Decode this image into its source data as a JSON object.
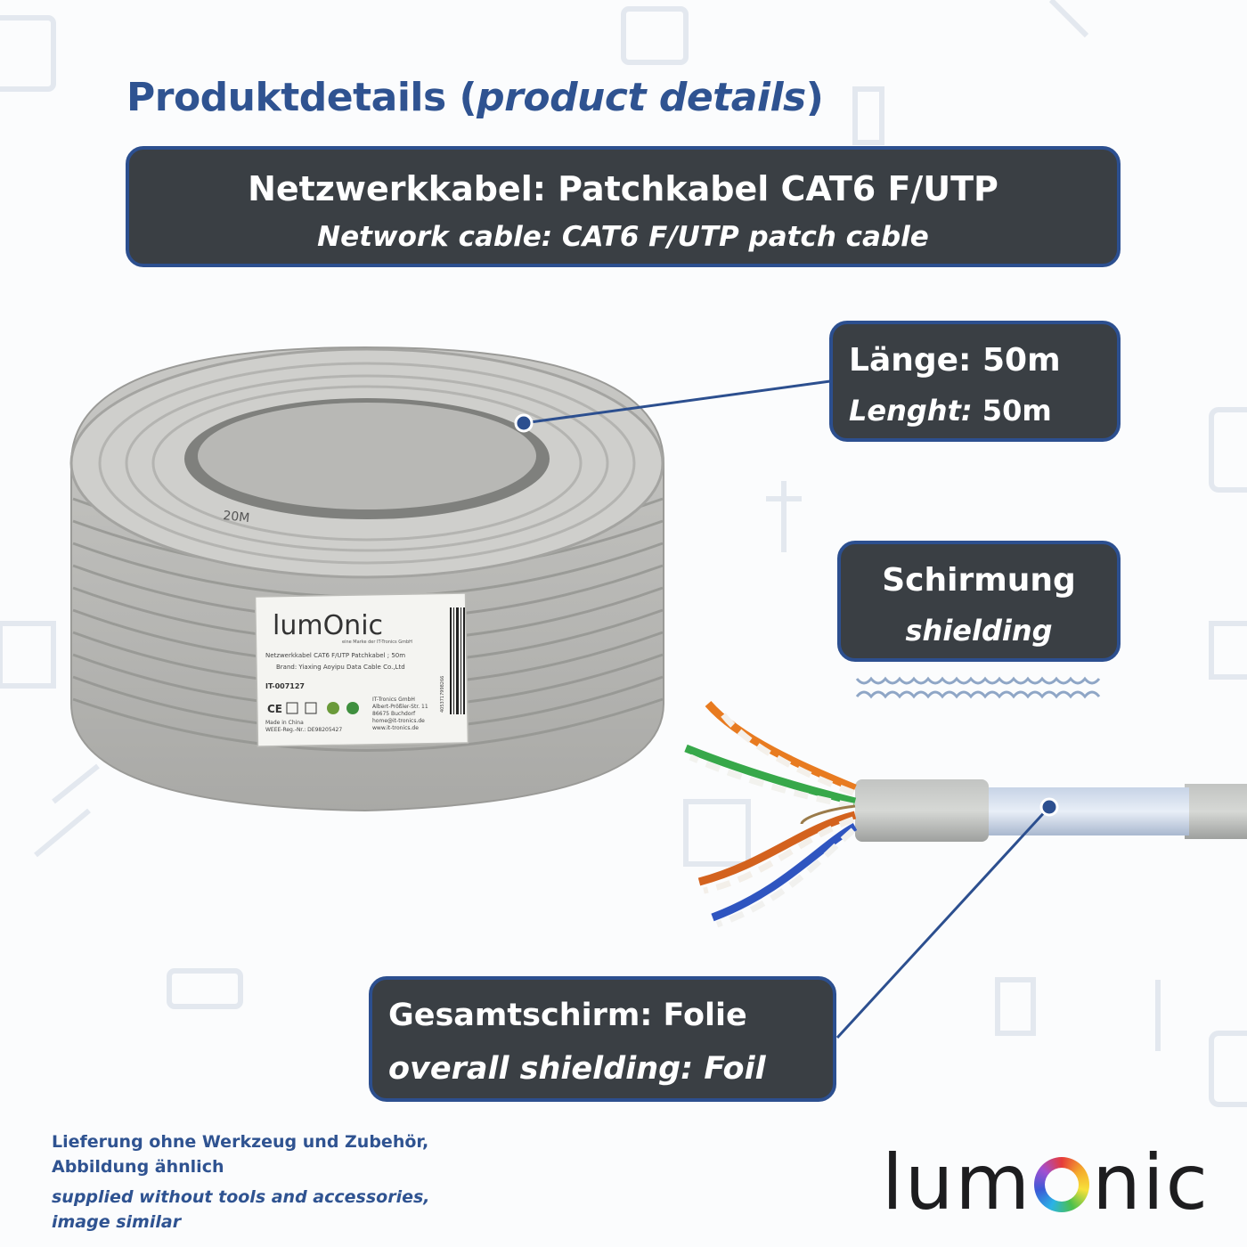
{
  "heading": {
    "main": "Produktdetails (",
    "italic": "product details",
    "close": ")"
  },
  "title_box": {
    "line1": "Netzwerkkabel: Patchkabel CAT6 F/UTP",
    "line2": "Network cable: CAT6 F/UTP patch cable"
  },
  "length_box": {
    "line1": "Länge: 50m",
    "line2_label": "Lenght:",
    "line2_value": " 50m"
  },
  "shielding_box": {
    "line1": "Schirmung",
    "line2": "shielding"
  },
  "overall_box": {
    "line1": "Gesamtschirm: Folie",
    "line2": "overall shielding: Foil"
  },
  "label": {
    "brand": "lumOnic",
    "tagline": "eine Marke der IT-Tronics GmbH",
    "product": "Netzwerkkabel CAT6 F/UTP Patchkabel ; 50m",
    "maker": "Brand: Yiaxing Aoyipu Data Cable Co.,Ltd",
    "sku": "IT-007127",
    "made": "Made in China",
    "weee": "WEEE-Reg.-Nr.: DE98205427",
    "company": "IT-Tronics GmbH",
    "street": "Albert-Prößler-Str. 11",
    "city": "86675 Buchdorf",
    "mail": "home@it-tronics.de",
    "web": "www.it-tronics.de",
    "ean": "4053717998266"
  },
  "cable_print": "20M",
  "notes": {
    "de": "Lieferung ohne Werkzeug und Zubehör, Abbildung ähnlich",
    "en": "supplied without tools and accessories, image similar"
  },
  "brand": {
    "pre": "lum",
    "post": "nic"
  },
  "colors": {
    "heading": "#2f5391",
    "box_bg": "#3a3f44",
    "box_border": "#2c4f8f",
    "note": "#2f5391"
  }
}
